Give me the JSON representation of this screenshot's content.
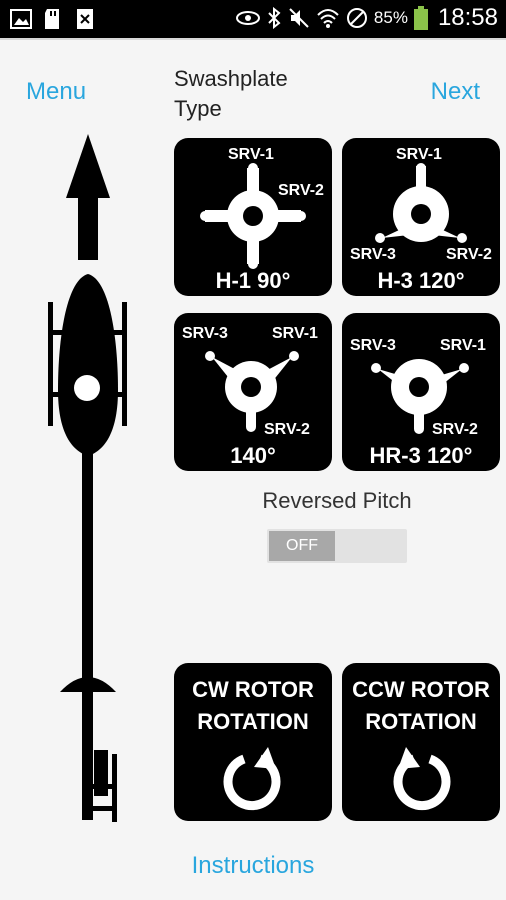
{
  "status_bar": {
    "icons": [
      "image-icon",
      "sd-card-icon",
      "blocked-doc-icon",
      "eye-icon",
      "bluetooth-icon",
      "mute-icon",
      "wifi-icon",
      "no-sync-icon",
      "battery-icon"
    ],
    "battery": "85%",
    "time": "18:58"
  },
  "header": {
    "menu": "Menu",
    "title": "Swashplate Type",
    "next": "Next"
  },
  "swashplates": [
    {
      "name": "H-1 90°",
      "labels": [
        "SRV-1",
        "SRV-2"
      ]
    },
    {
      "name": "H-3 120°",
      "labels": [
        "SRV-1",
        "SRV-3",
        "SRV-2"
      ]
    },
    {
      "name": "140°",
      "labels": [
        "SRV-3",
        "SRV-1",
        "SRV-2"
      ]
    },
    {
      "name": "HR-3 120°",
      "labels": [
        "SRV-3",
        "SRV-1",
        "SRV-2"
      ]
    }
  ],
  "reversed_pitch": {
    "label": "Reversed Pitch",
    "state": "OFF"
  },
  "rotation": {
    "cw": {
      "line1": "CW ROTOR",
      "line2": "ROTATION"
    },
    "ccw": {
      "line1": "CCW ROTOR",
      "line2": "ROTATION"
    }
  },
  "footer": {
    "instructions": "Instructions"
  },
  "colors": {
    "accent": "#29a6de",
    "tile": "#000000",
    "background": "#f5f5f5"
  }
}
